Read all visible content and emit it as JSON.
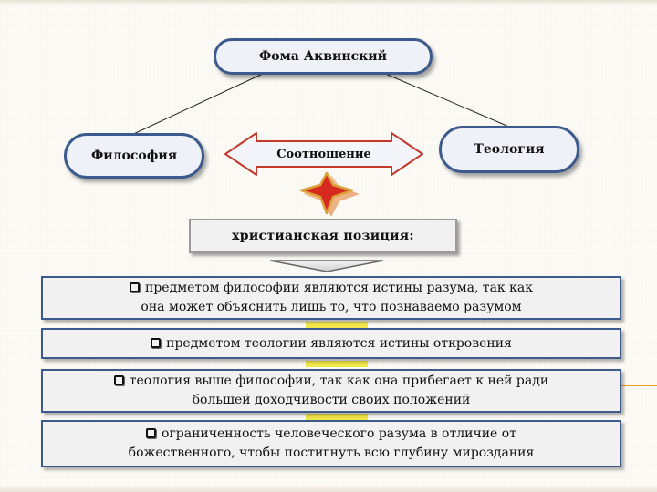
{
  "title": "Фома Аквинский",
  "philosophy": "Философия",
  "theology": "Теология",
  "relation": "Соотношение",
  "position": "христианская позиция:",
  "statements": [
    [
      "предметом философии являются истины разума, так как",
      "она может  объяснить лишь то, что познаваемо разумом"
    ],
    [
      "предметом теологии являются истины откровения"
    ],
    [
      "теология выше философии, так как она прибегает к ней ради",
      "большей  доходчивости своих положений"
    ],
    [
      "ограниченность человеческого разума в отличие от",
      "божественного, чтобы постигнуть всю глубину мироздания"
    ]
  ],
  "colors": {
    "oval_border": "#3d5a8c",
    "arrow_fill": "#f3f5fb",
    "arrow_stroke": "#c0392b",
    "star_fill": "#d62a1e",
    "connector": "#f1e64a"
  }
}
